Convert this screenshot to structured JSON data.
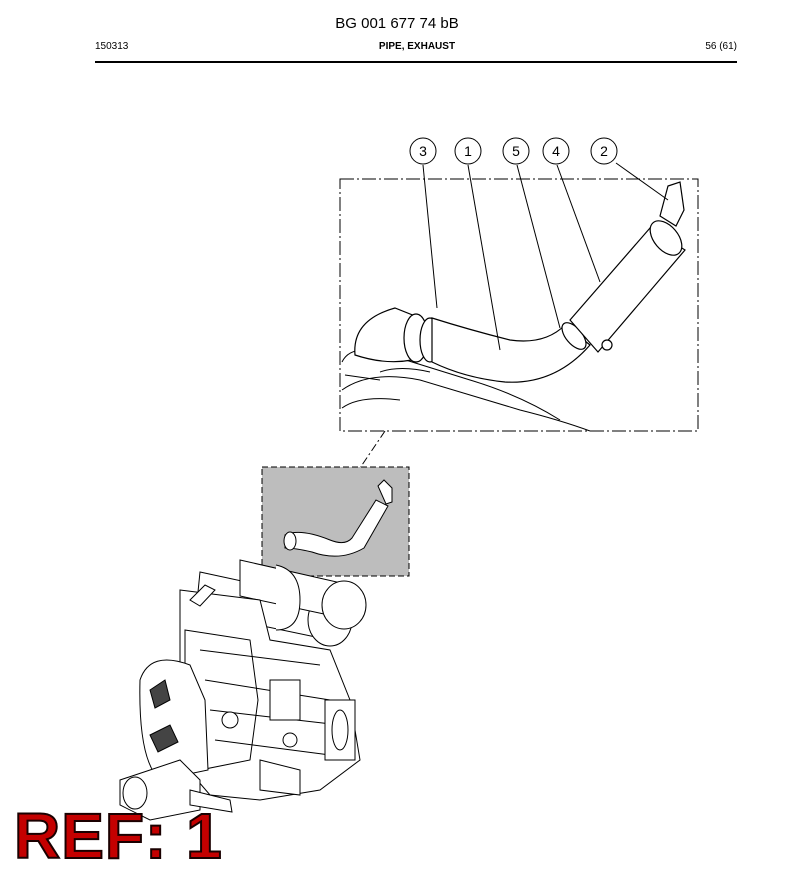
{
  "header": {
    "doc_number": "BG 001 677 74 bB",
    "date": "150313",
    "title": "PIPE, EXHAUST",
    "page": "56 (61)"
  },
  "callouts": [
    "3",
    "1",
    "5",
    "4",
    "2"
  ],
  "ref_label": "REF: 1",
  "colors": {
    "ref_label": "#c40000",
    "highlight_box": "#bdbdbd"
  }
}
